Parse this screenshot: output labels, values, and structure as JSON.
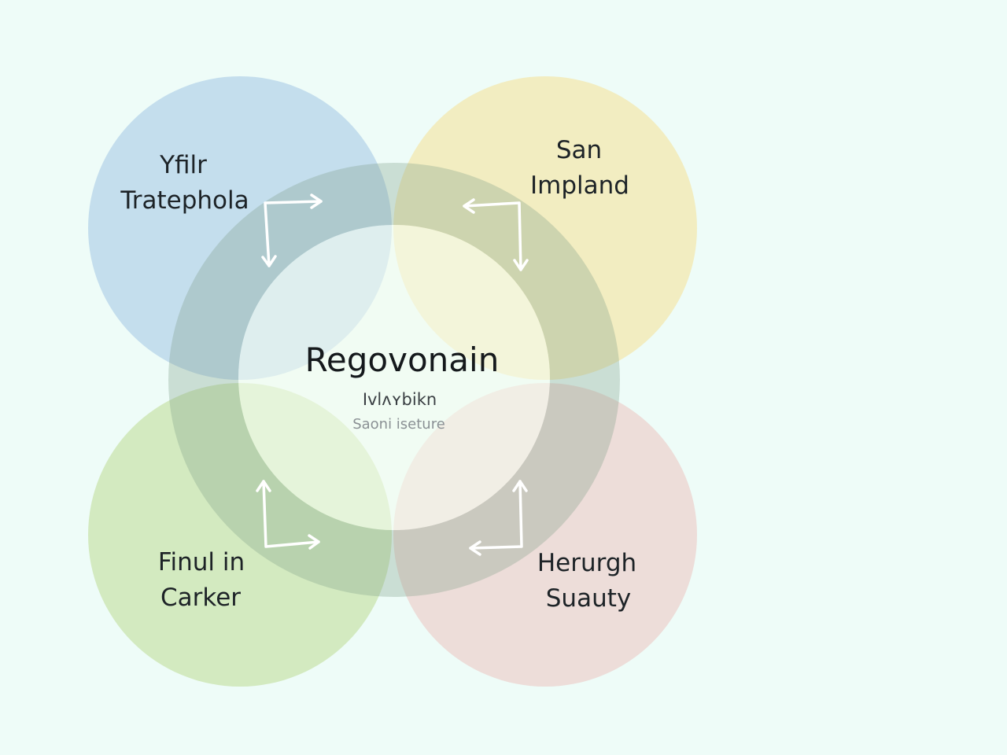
{
  "diagram": {
    "center": {
      "title": "Regovonain",
      "subtitle": "Ivlʌʏbikn",
      "caption": "Saoni iseture"
    },
    "lobes": [
      {
        "id": "top-left",
        "line1": "Yfilr",
        "line2": "Tratephola",
        "color": "#a9cce6"
      },
      {
        "id": "top-right",
        "line1": "San",
        "line2": "Impland",
        "color": "#f3e3a0"
      },
      {
        "id": "bottom-left",
        "line1": "Finul in",
        "line2": "Carker",
        "color": "#c8e3a8"
      },
      {
        "id": "bottom-right",
        "line1": "Herurgh",
        "line2": "Suauty",
        "color": "#ecc9c6"
      }
    ],
    "ring_color": "#8fae96",
    "background": "#eefcf8"
  }
}
